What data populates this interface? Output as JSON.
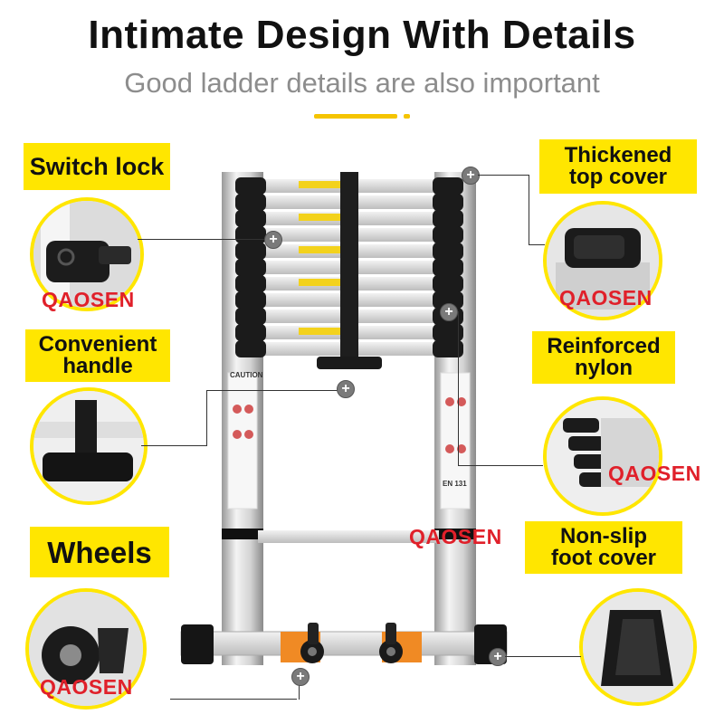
{
  "header": {
    "title": "Intimate Design With Details",
    "subtitle": "Good ladder details are also important"
  },
  "labels": {
    "switch_lock": "Switch lock",
    "handle_line1": "Convenient",
    "handle_line2": "handle",
    "wheels": "Wheels",
    "top_line1": "Thickened",
    "top_line2": "top cover",
    "nylon_line1": "Reinforced",
    "nylon_line2": "nylon",
    "foot_line1": "Non-slip",
    "foot_line2": "foot cover"
  },
  "brand": "QAOSEN",
  "ladder": {
    "caution_text": "CAUTION",
    "standard": "EN 131"
  },
  "colors": {
    "accent": "#ffe600",
    "brand_red": "#e0202a",
    "subtitle_gray": "#8d8d8d"
  },
  "icons": [
    "plus-icon"
  ]
}
